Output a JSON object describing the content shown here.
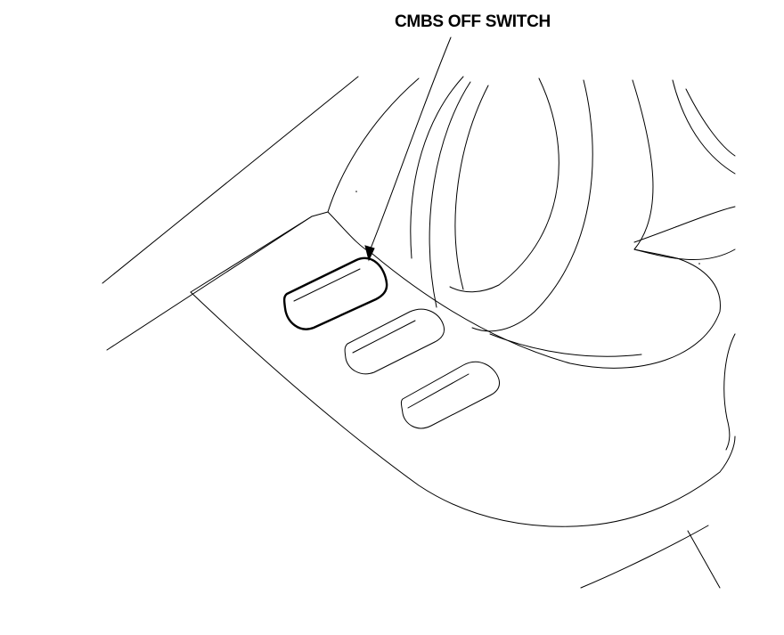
{
  "diagram": {
    "callout_label": "CMBS OFF SWITCH",
    "colors": {
      "line": "#000000",
      "background": "#ffffff"
    },
    "switches": [
      {
        "name": "cmbs-off-switch",
        "highlighted": true
      },
      {
        "name": "middle-switch",
        "highlighted": false
      },
      {
        "name": "lower-switch",
        "highlighted": false
      }
    ]
  }
}
